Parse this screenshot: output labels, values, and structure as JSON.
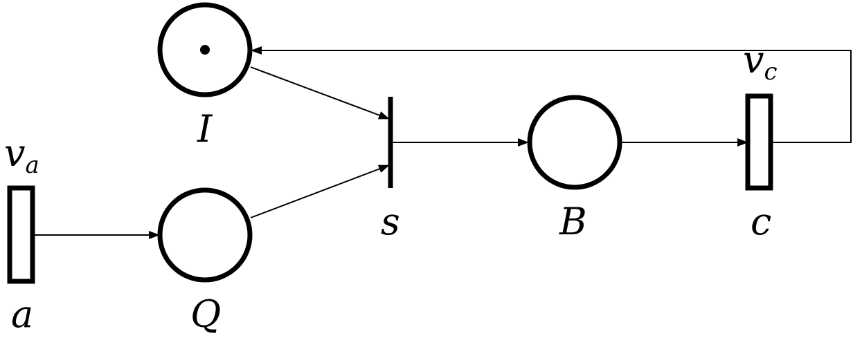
{
  "places": {
    "I": {
      "label": "I",
      "tokens": 1
    },
    "Q": {
      "label": "Q",
      "tokens": 0
    },
    "B": {
      "label": "B",
      "tokens": 0
    }
  },
  "transitions": {
    "a": {
      "label": "a",
      "rate_base": "v",
      "rate_sub": "a",
      "kind": "timed"
    },
    "s": {
      "label": "s",
      "kind": "immediate"
    },
    "c": {
      "label": "c",
      "rate_base": "v",
      "rate_sub": "c",
      "kind": "timed"
    }
  },
  "arcs": [
    {
      "from": "a",
      "to": "Q"
    },
    {
      "from": "Q",
      "to": "s"
    },
    {
      "from": "I",
      "to": "s"
    },
    {
      "from": "s",
      "to": "B"
    },
    {
      "from": "B",
      "to": "c"
    },
    {
      "from": "c",
      "to": "I"
    }
  ]
}
